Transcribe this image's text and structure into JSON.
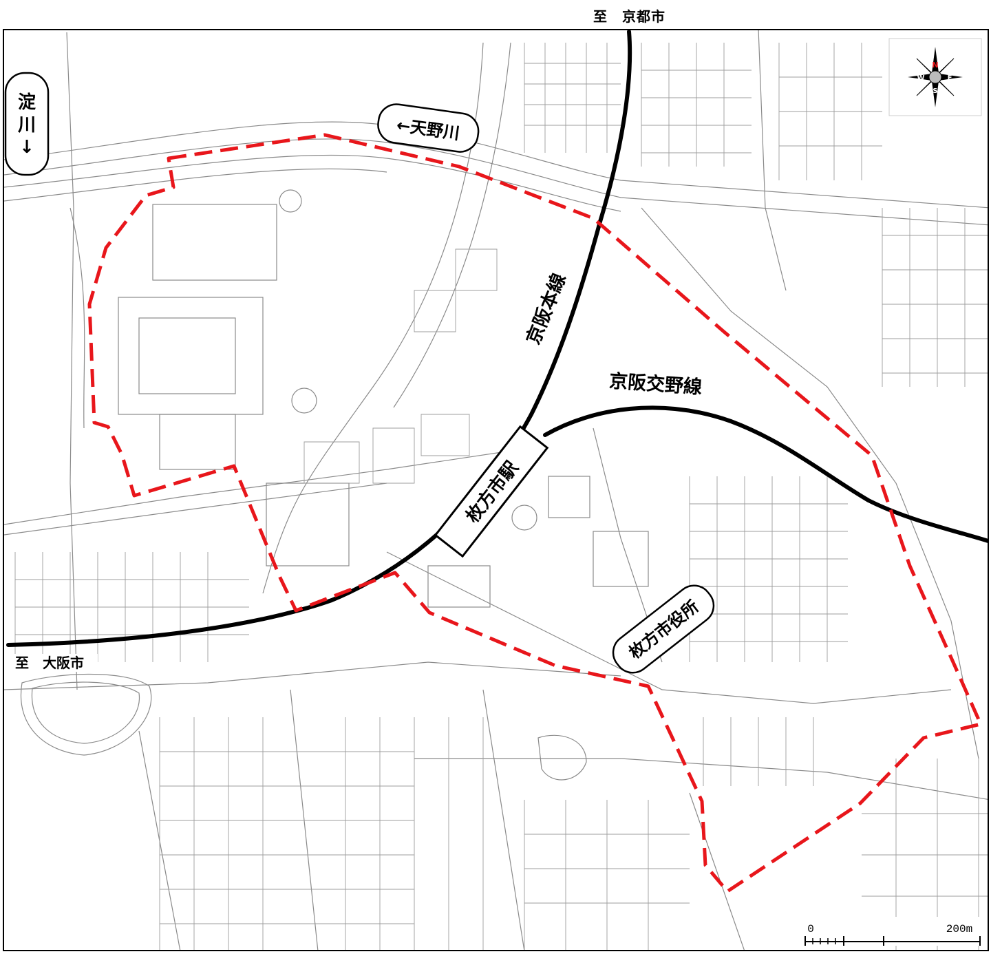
{
  "directions": {
    "north": "至　京都市",
    "southwest": "至　大阪市"
  },
  "labels": {
    "river_yodo": "淀川↓",
    "river_amano": "←天野川",
    "line_keihan_main": "京阪本線",
    "line_katano": "京阪交野線",
    "station": "枚方市駅",
    "city_hall": "枚方市役所"
  },
  "scale_bar": {
    "start_label": "0",
    "end_label": "200m"
  },
  "compass": {
    "n": "N",
    "s": "S",
    "e": "E",
    "w": "W"
  },
  "colors": {
    "boundary": "#e8161b",
    "railway": "#000000",
    "map_lines": "#8a8a8a",
    "background": "#ffffff"
  }
}
